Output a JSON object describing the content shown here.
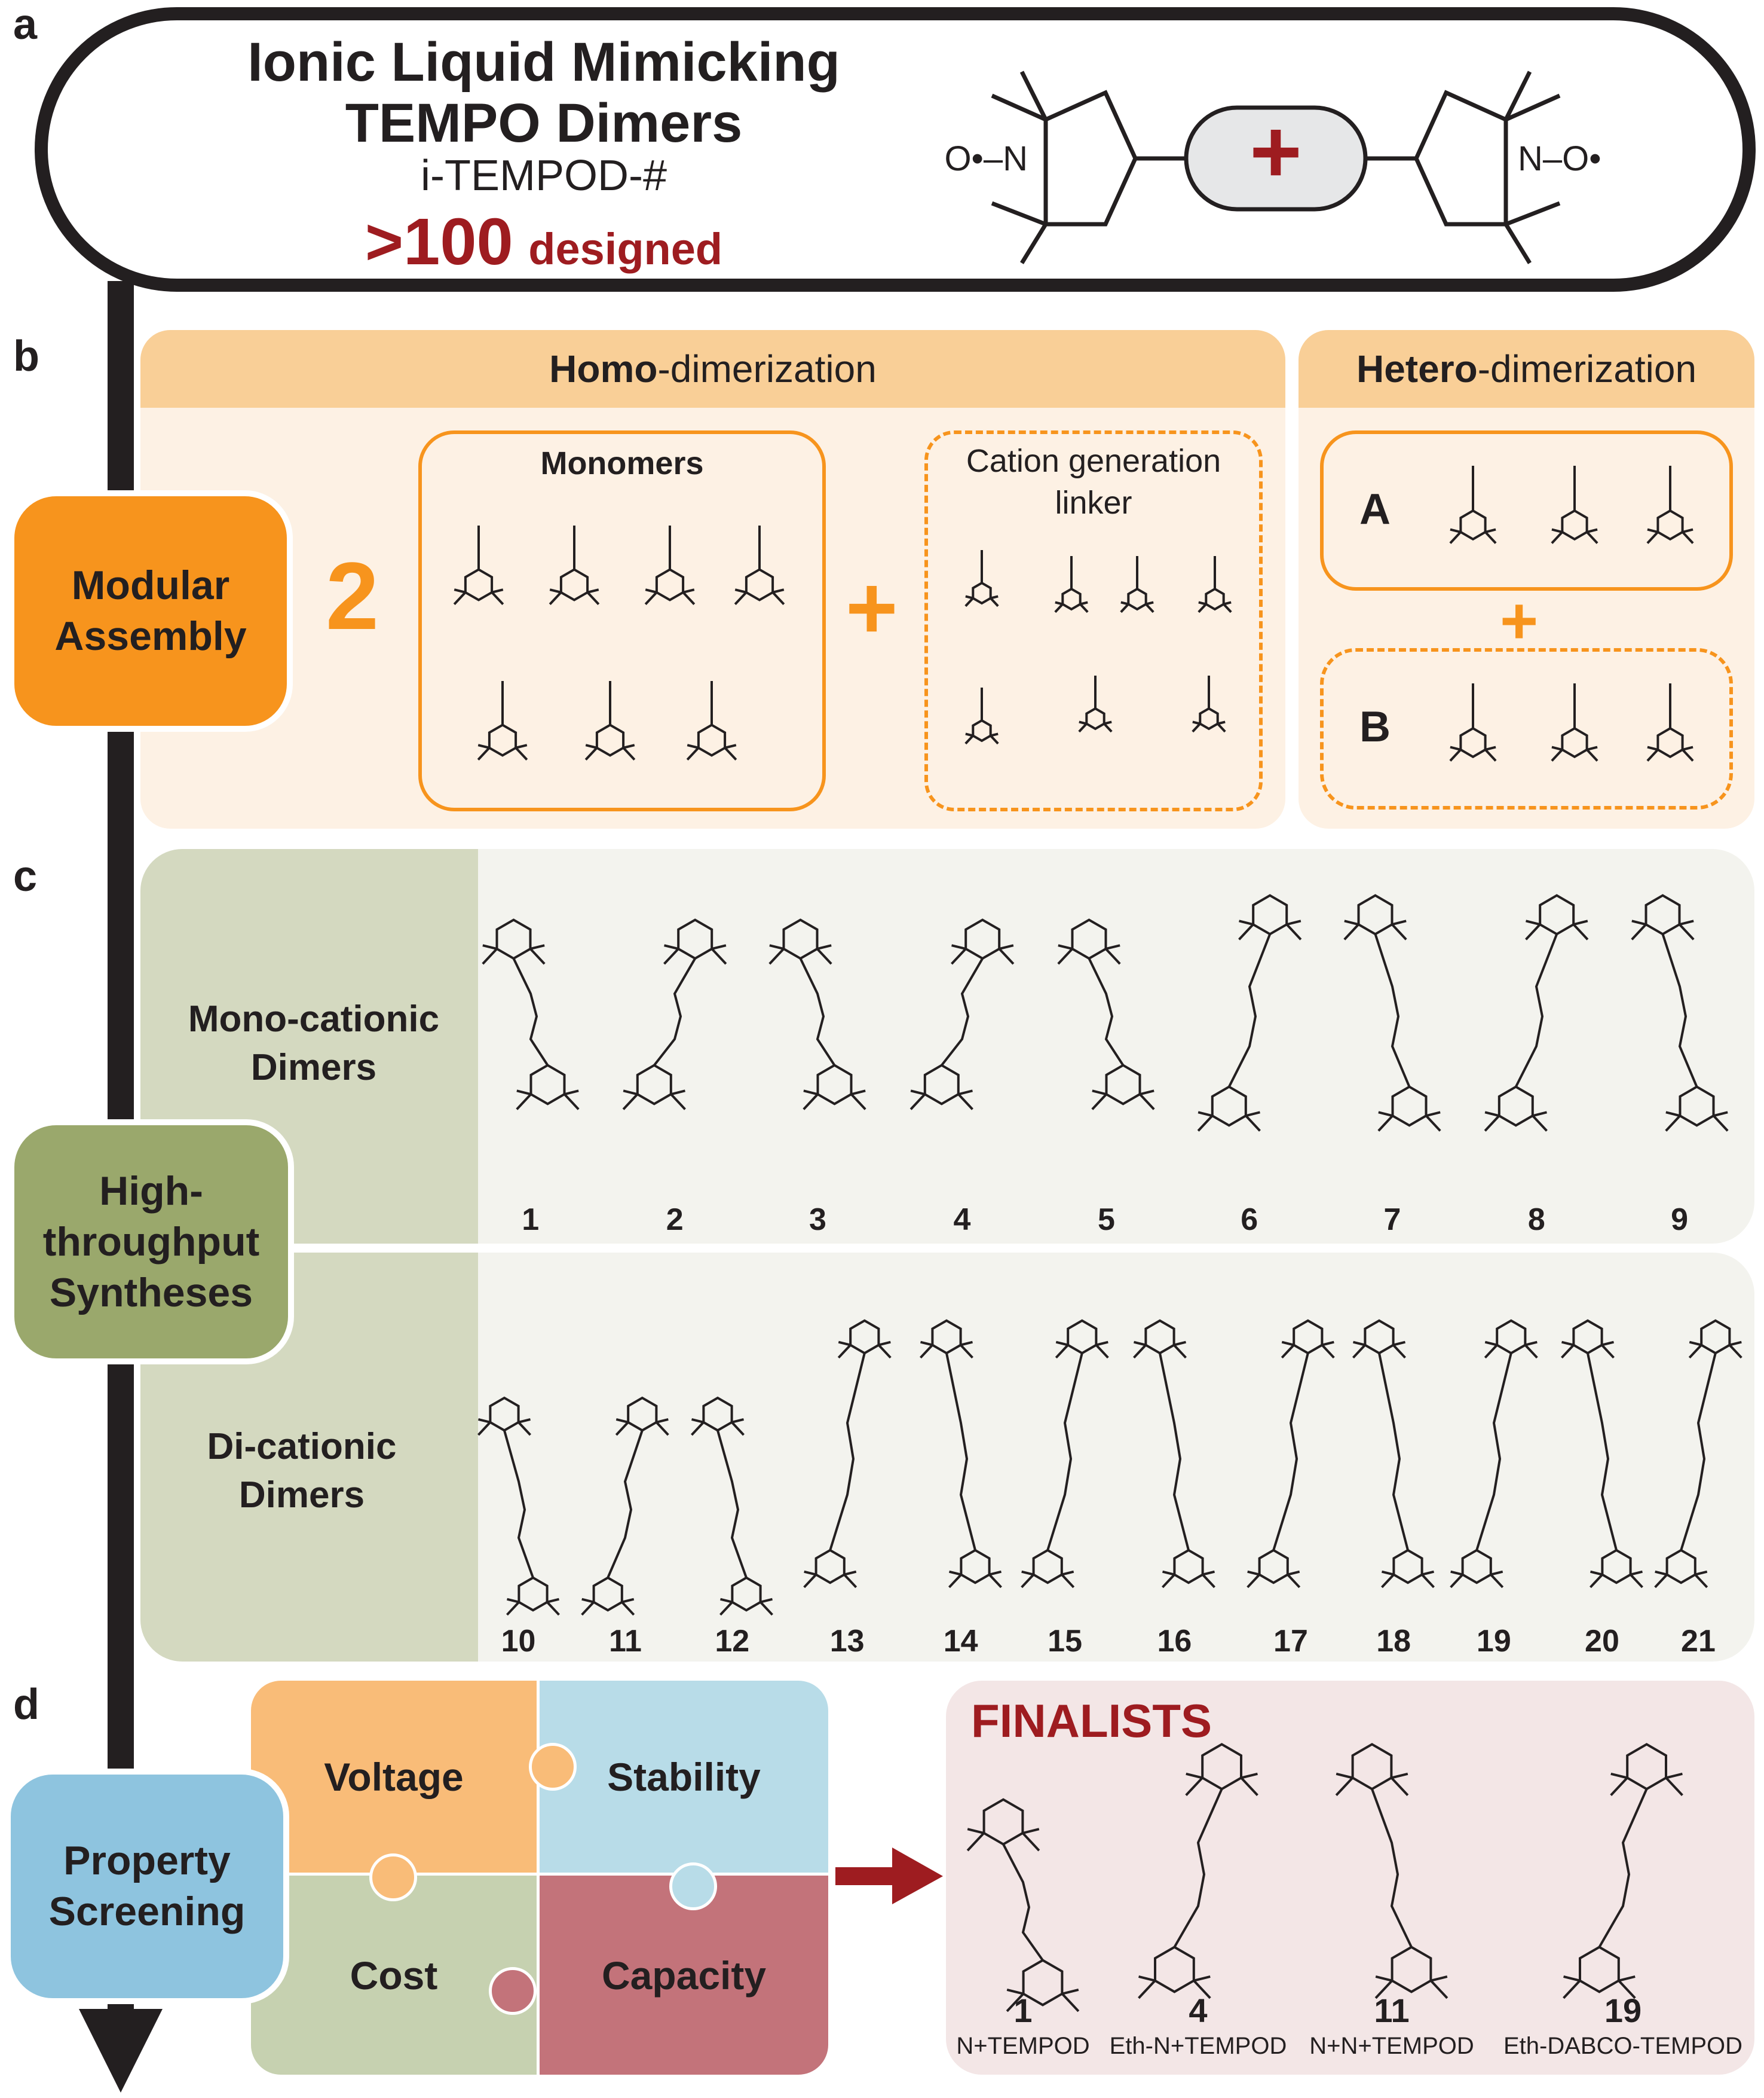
{
  "panel_labels": {
    "a": "a",
    "b": "b",
    "c": "c",
    "d": "d"
  },
  "panel_a": {
    "title_line1": "Ionic Liquid Mimicking",
    "title_line2": "TEMPO Dimers",
    "code": "i-TEMPOD-#",
    "count": ">100",
    "count_suffix": "designed",
    "scheme_plus": "+",
    "nitroxide_left": "O•–N",
    "nitroxide_right": "N–O•"
  },
  "panel_b": {
    "side_label": "Modular Assembly",
    "multiplier": "2",
    "homo_title_bold": "Homo",
    "homo_title_rest": "-dimerization",
    "hetero_title_bold": "Hetero",
    "hetero_title_rest": "-dimerization",
    "monomers_label": "Monomers",
    "linker_label": "Cation generation linker",
    "plus": "+",
    "hetero_a": "A",
    "hetero_b": "B"
  },
  "panel_c": {
    "side_label": "High-throughput Syntheses",
    "mono_label": "Mono-cationic Dimers",
    "di_label": "Di-cationic Dimers",
    "mono_ids": [
      "1",
      "2",
      "3",
      "4",
      "5",
      "6",
      "7",
      "8",
      "9"
    ],
    "di_ids": [
      "10",
      "11",
      "12",
      "13",
      "14",
      "15",
      "16",
      "17",
      "18",
      "19",
      "20",
      "21"
    ]
  },
  "panel_d": {
    "side_label": "Property Screening",
    "puzzle": {
      "voltage": "Voltage",
      "stability": "Stability",
      "cost": "Cost",
      "capacity": "Capacity"
    },
    "finalists_title": "FINALISTS",
    "finalists": [
      {
        "id": "1",
        "name": "N+TEMPOD"
      },
      {
        "id": "4",
        "name": "Eth-N+TEMPOD"
      },
      {
        "id": "11",
        "name": "N+N+TEMPOD"
      },
      {
        "id": "19",
        "name": "Eth-DABCO-TEMPOD"
      }
    ]
  },
  "colors": {
    "orange": "#f7941d",
    "red": "#9e1c20",
    "olive": "#9aa86c",
    "blue": "#8ec4df"
  }
}
